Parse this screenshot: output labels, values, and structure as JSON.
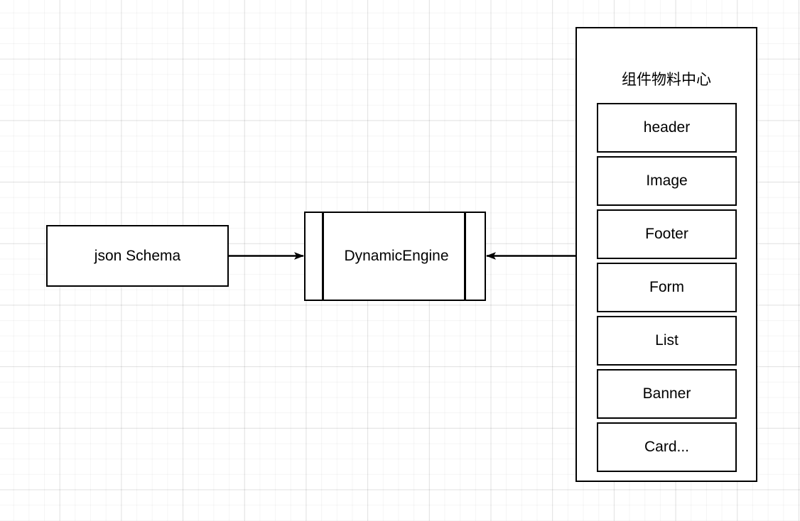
{
  "diagram": {
    "nodes": {
      "json_schema": {
        "label": "json Schema"
      },
      "dynamic_engine": {
        "label": "DynamicEngine"
      },
      "material_center": {
        "title": "组件物料中心",
        "items": [
          {
            "label": "header"
          },
          {
            "label": "Image"
          },
          {
            "label": "Footer"
          },
          {
            "label": "Form"
          },
          {
            "label": "List"
          },
          {
            "label": "Banner"
          },
          {
            "label": "Card..."
          }
        ]
      }
    },
    "edges": [
      {
        "name": "json-schema-to-dynamic-engine",
        "from": "json Schema",
        "to": "DynamicEngine",
        "direction": "right",
        "label": ""
      },
      {
        "name": "material-center-to-dynamic-engine",
        "from": "组件物料中心",
        "to": "DynamicEngine",
        "direction": "left",
        "label": ""
      }
    ],
    "colors": {
      "stroke": "#000000",
      "fill": "#ffffff",
      "grid_minor": "#f0f0f0",
      "grid_major": "#e3e3e3"
    }
  }
}
